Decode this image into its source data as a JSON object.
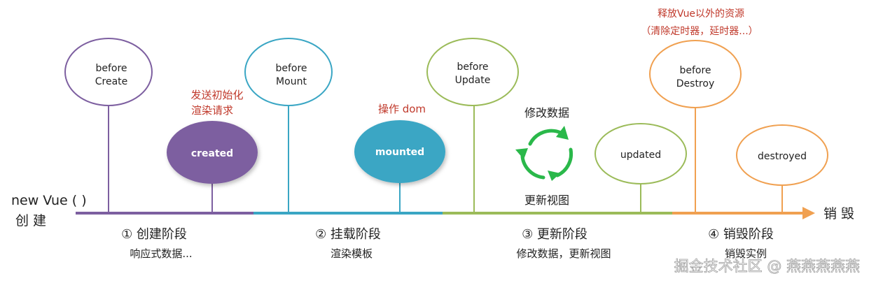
{
  "start_label": {
    "line1": "new Vue ( )",
    "line2": "创 建"
  },
  "end_label": "销 毁",
  "colors": {
    "purple": "#7d5fa0",
    "teal": "#3aa6c4",
    "green": "#9bbb59",
    "orange": "#f0a050",
    "red": "#c0392b",
    "cycle_green": "#2ab84a"
  },
  "hooks": {
    "before_create": {
      "line1": "before",
      "line2": "Create"
    },
    "created": "created",
    "before_mount": {
      "line1": "before",
      "line2": "Mount"
    },
    "mounted": "mounted",
    "before_update": {
      "line1": "before",
      "line2": "Update"
    },
    "updated": "updated",
    "before_destroy": {
      "line1": "before",
      "line2": "Destroy"
    },
    "destroyed": "destroyed"
  },
  "notes": {
    "created": {
      "line1": "发送初始化",
      "line2": "渲染请求"
    },
    "mounted": "操作 dom",
    "before_destroy": {
      "line1": "释放Vue以外的资源",
      "line2": "（清除定时器，延时器...）"
    }
  },
  "cycle": {
    "top": "修改数据",
    "bottom": "更新视图"
  },
  "phases": [
    {
      "title": "① 创建阶段",
      "desc": "响应式数据..."
    },
    {
      "title": "② 挂载阶段",
      "desc": "渲染模板"
    },
    {
      "title": "③ 更新阶段",
      "desc": "修改数据，更新视图"
    },
    {
      "title": "④ 销毁阶段",
      "desc": "销毁实例"
    }
  ],
  "watermark": "掘金技术社区 @ 燕燕燕燕燕"
}
